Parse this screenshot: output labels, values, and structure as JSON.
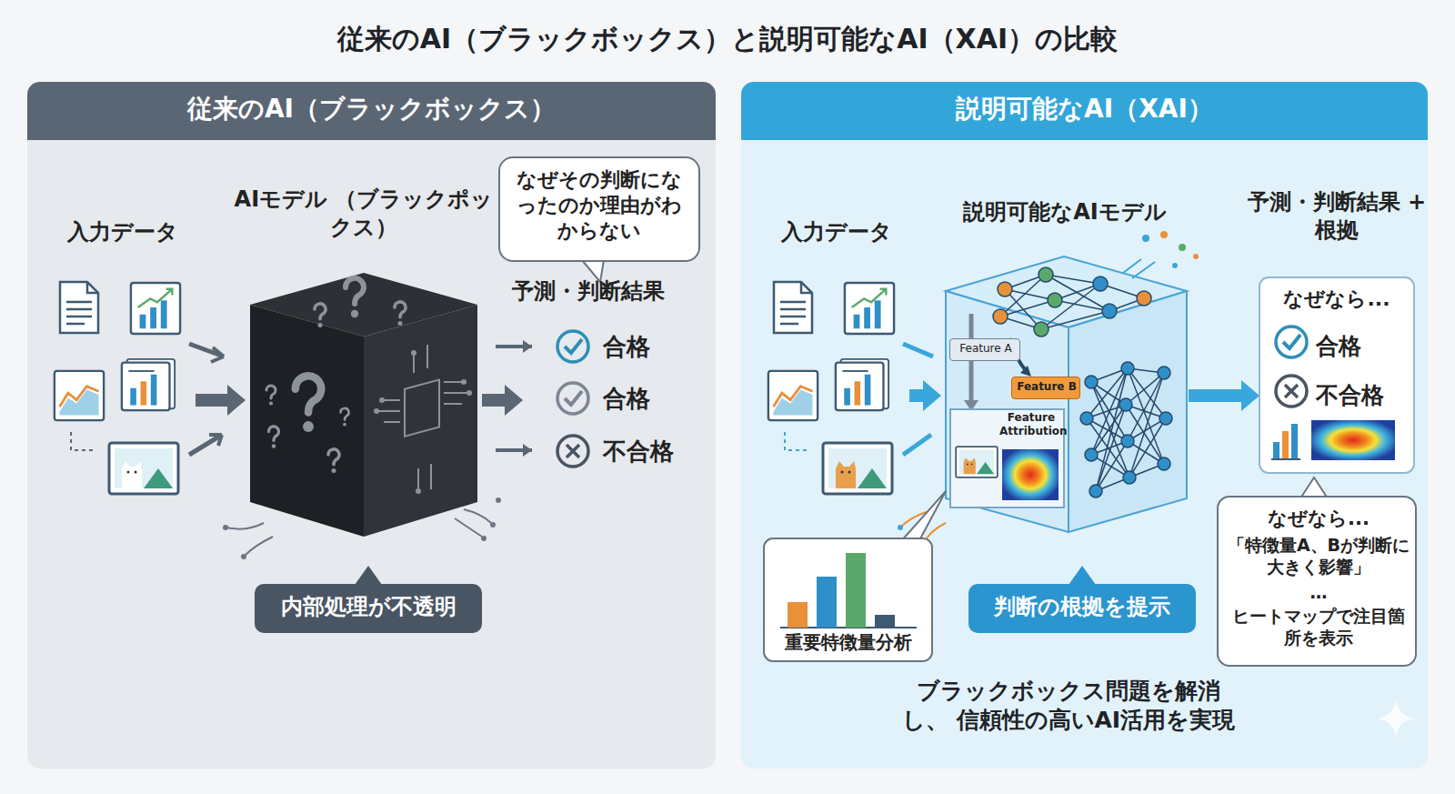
{
  "diagram": {
    "title": "従来のAI（ブラックボックス）と説明可能なAI（XAI）の比較",
    "caption": "ブラックボックス問題を解消し、 信頼性の高いAI活用を実現",
    "nodes": [
      {
        "text": [
          "従来のAI（ブラックボックス）"
        ]
      },
      {
        "text": [
          "AIモデル （ブラックポックス）"
        ],
        "in": 0
      },
      {
        "text": [
          "入力データ"
        ],
        "in": 0
      },
      {
        "text": [
          "予測・判断結果",
          "合格",
          "合格",
          "不合格"
        ],
        "in": 0
      },
      {
        "text": [
          "なぜその判断になったのか理由がわからない"
        ],
        "in": 0
      },
      {
        "text": [
          "内部処理が不透明"
        ],
        "in": 0
      },
      {
        "text": [
          "説明可能なAI（XAI）"
        ]
      },
      {
        "text": [
          "入力データ"
        ],
        "in": 6
      },
      {
        "text": [
          "説明可能なAIモデル"
        ],
        "in": 6
      },
      {
        "text": [
          "Feature A"
        ],
        "in": 8
      },
      {
        "text": [
          "Feature B"
        ],
        "in": 8
      },
      {
        "text": [
          "Feature Attribution"
        ],
        "in": 8
      },
      {
        "text": [
          "予測・判断結果 + 根拠",
          "なぜなら...",
          "合格",
          "不合格"
        ],
        "in": 6
      },
      {
        "text": [
          "重要特徴量分析"
        ],
        "in": 6
      },
      {
        "text": [
          "判断の根拠を提示"
        ],
        "in": 6
      },
      {
        "text": [
          "なぜなら...",
          "「特徴量A、Bが判断に大きく影響」",
          "…",
          "ヒートマップで注目箇所を表示"
        ],
        "in": 6
      }
    ],
    "edges": [
      {
        "from": 2,
        "to": 1,
        "arrow": "to"
      },
      {
        "from": 1,
        "to": 3,
        "arrow": "to"
      },
      {
        "from": 7,
        "to": 8,
        "arrow": "to"
      },
      {
        "from": 8,
        "to": 12,
        "arrow": "to"
      }
    ]
  }
}
